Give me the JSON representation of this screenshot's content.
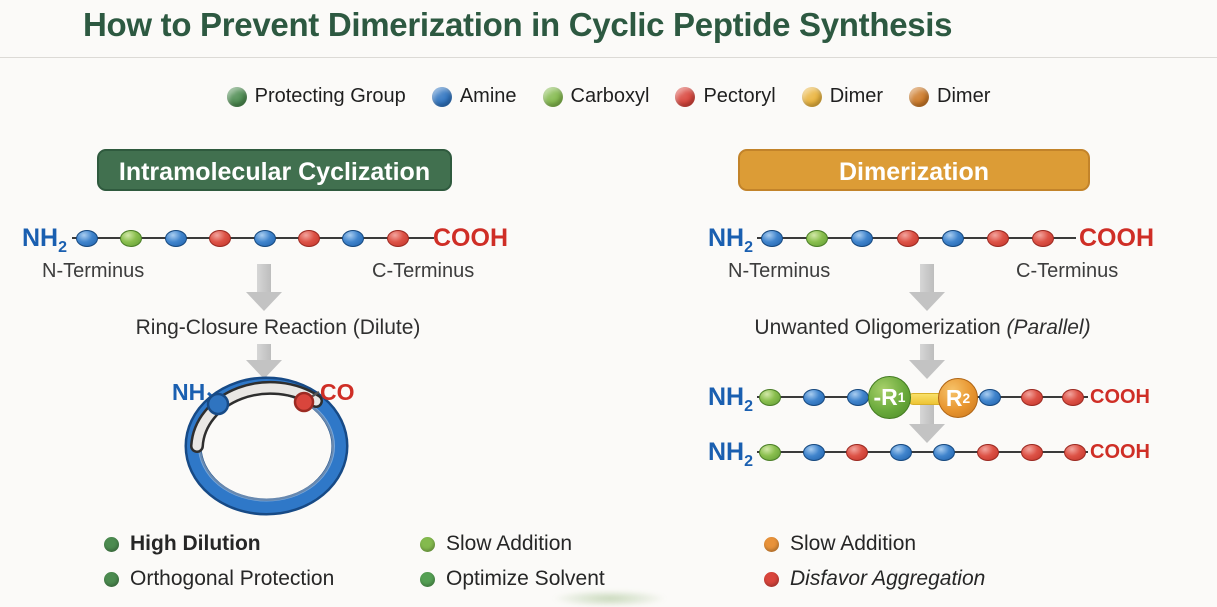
{
  "title": "How to Prevent Dimerization in Cyclic Peptide Synthesis",
  "colors": {
    "title_green": "#2d5941",
    "header_green": "#41704f",
    "header_orange": "#dc9c36",
    "bead_blue": "#2f74c0",
    "bead_green": "#7db84d",
    "bead_red": "#dd5045",
    "nh2_blue": "#1a5fb0",
    "cooh_red": "#cf2e26"
  },
  "legend": {
    "items": [
      {
        "label": "Protecting Group",
        "color": "#4c8b50"
      },
      {
        "label": "Amine",
        "color": "#2f74c0"
      },
      {
        "label": "Carboxyl",
        "color": "#84ba4e"
      },
      {
        "label": "Pectoryl",
        "color": "#d9453c"
      },
      {
        "label": "Dimer",
        "color": "#eab43e"
      },
      {
        "label": "Dimer",
        "color": "#cd7a28"
      }
    ]
  },
  "left": {
    "header": "Intramolecular Cyclization",
    "chain": {
      "nh2_main": "NH",
      "nh2_sub": "2",
      "cooh": "COOH",
      "beads": [
        "blue",
        "green",
        "blue",
        "red",
        "blue",
        "red",
        "blue",
        "red"
      ],
      "n_terminus": "N-Terminus",
      "c_terminus": "C-Terminus"
    },
    "step1": "Ring-Closure Reaction (Dilute)",
    "ring": {
      "nh": "NH",
      "co": "CO"
    },
    "bullets": [
      {
        "label": "High Dilution",
        "color": "#4c8b50",
        "bold": true
      },
      {
        "label": "Orthogonal Protection",
        "color": "#4c8b50"
      },
      {
        "label": "Slow Addition",
        "color": "#84ba4e"
      },
      {
        "label": "Optimize Solvent",
        "color": "#55a054"
      }
    ]
  },
  "right": {
    "header": "Dimerization",
    "chain": {
      "nh2_main": "NH",
      "nh2_sub": "2",
      "cooh": "COOH",
      "beads": [
        "blue",
        "green",
        "blue",
        "red",
        "blue",
        "red",
        "red"
      ],
      "n_terminus": "N-Terminus",
      "c_terminus": "C-Terminus"
    },
    "step1": "Unwanted Oligomerization",
    "step1_em": "(Parallel)",
    "dimer1": {
      "nh2_main": "NH",
      "nh2_sub": "2",
      "cooh": "COOH",
      "beads_before": [
        "green",
        "blue",
        "blue"
      ],
      "r1_main": "-R",
      "r1_sub": "1",
      "r2_main": "R",
      "r2_sub": "2",
      "beads_after": [
        "blue",
        "red",
        "red"
      ]
    },
    "dimer2": {
      "nh2_main": "NH",
      "nh2_sub": "2",
      "cooh": "COOH",
      "beads": [
        "green",
        "blue",
        "red",
        "blue",
        "blue",
        "red",
        "red",
        "red"
      ]
    },
    "bullets": [
      {
        "label": "Slow Addition",
        "color": "#e8923a"
      },
      {
        "label": "Disfavor Aggregation",
        "color": "#d9453c",
        "italic": true
      }
    ]
  }
}
